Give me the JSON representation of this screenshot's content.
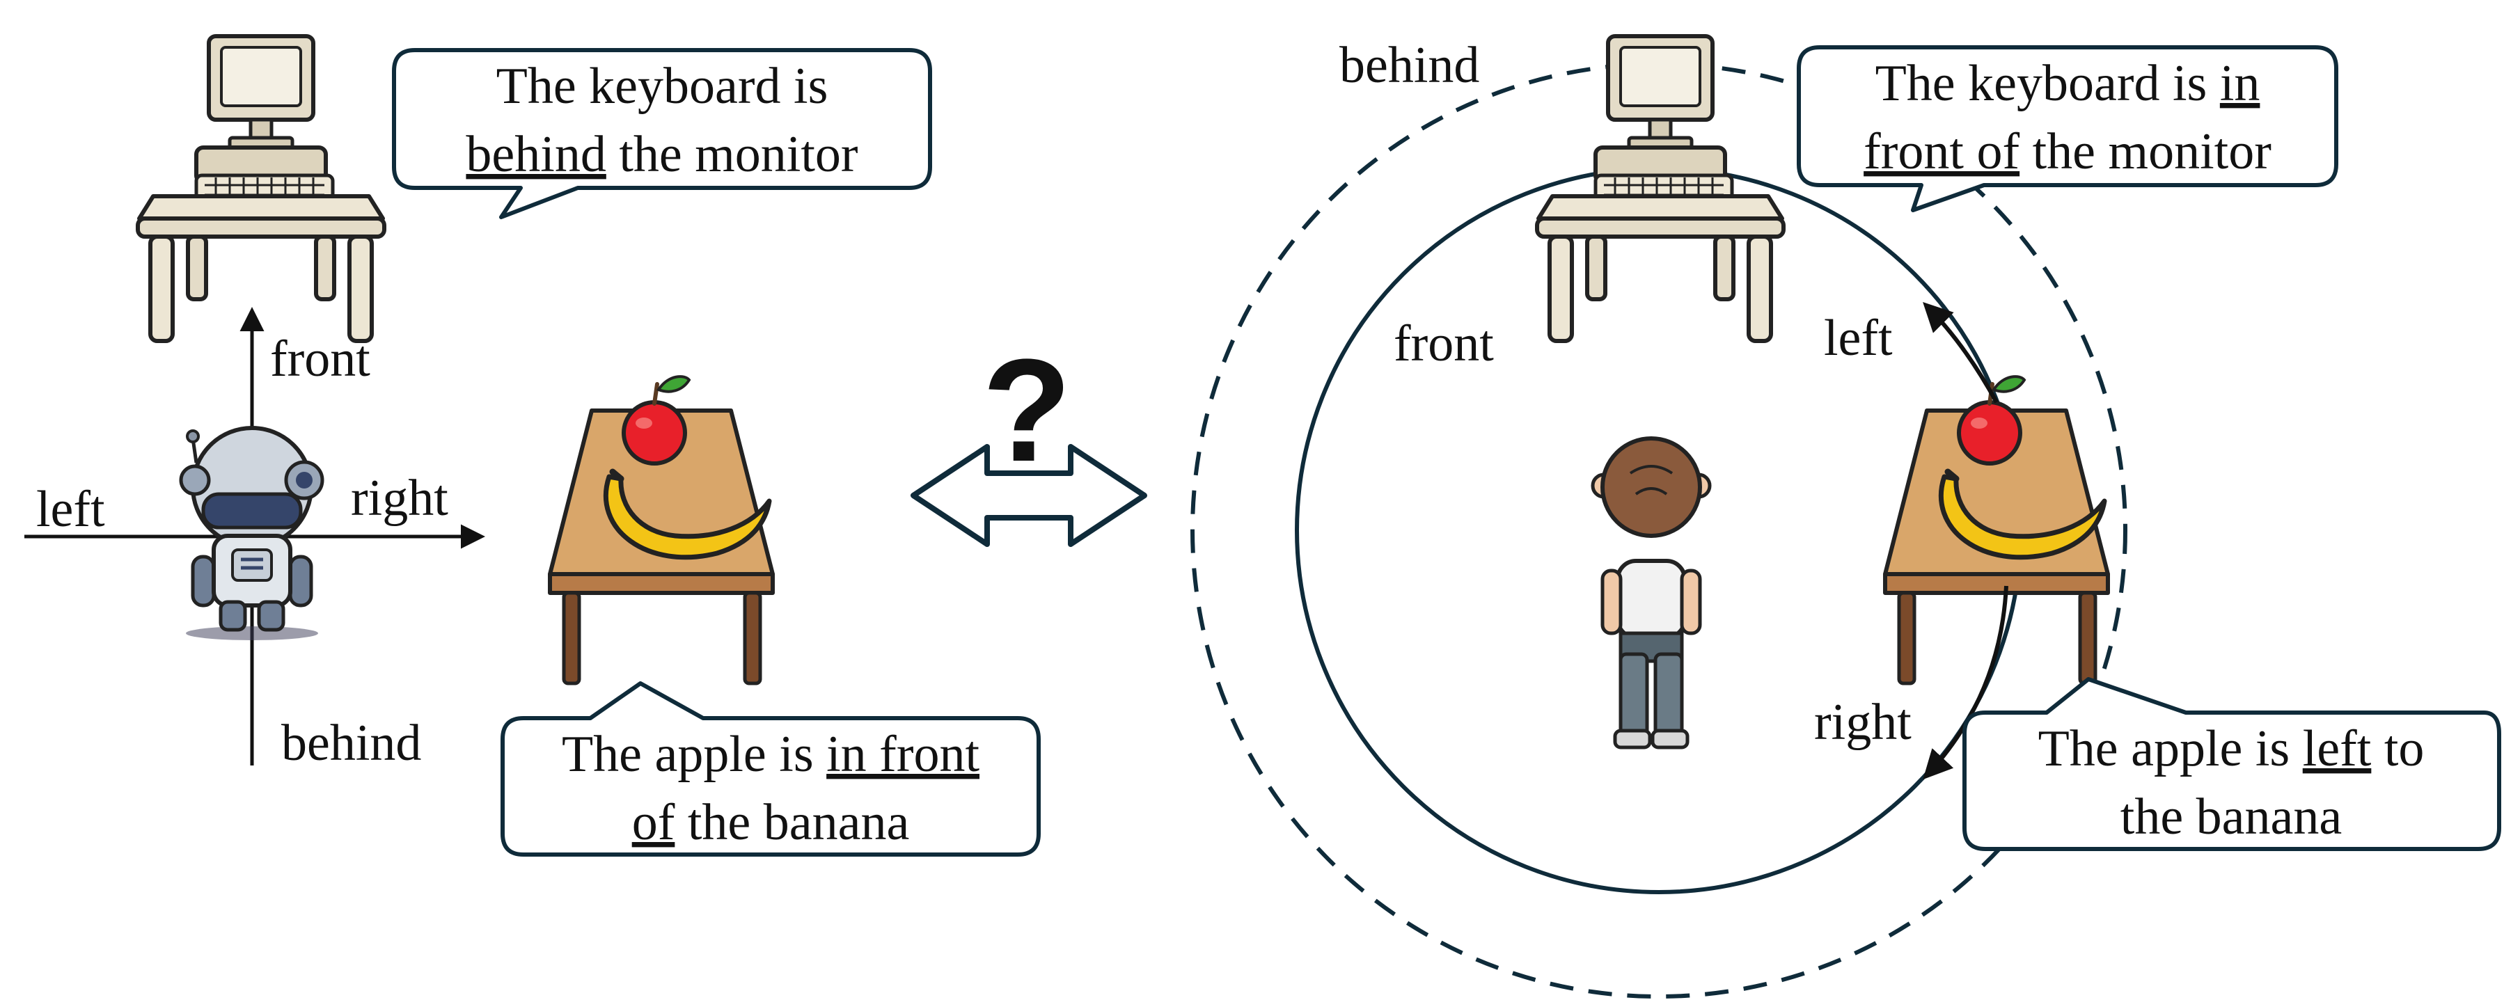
{
  "left_panel": {
    "axes": {
      "front": "front",
      "behind": "behind",
      "left": "left",
      "right": "right"
    },
    "bubble_keyboard": {
      "line1": "The keyboard is",
      "line2_underlined": "behind",
      "line2_rest": " the monitor"
    },
    "bubble_apple": {
      "line1_plain": "The apple is ",
      "line1_underlined": "in front",
      "line2_underlined": "of",
      "line2_rest": " the banana"
    }
  },
  "center": {
    "question_mark": "?"
  },
  "right_panel": {
    "labels": {
      "behind": "behind",
      "front": "front",
      "left": "left",
      "right": "right"
    },
    "bubble_keyboard": {
      "line1_plain": "The keyboard is ",
      "line1_underlined": "in",
      "line2_underlined": "front of",
      "line2_rest": " the monitor"
    },
    "bubble_apple": {
      "line1_plain": "The apple is ",
      "line1_underlined": "left",
      "line1_rest": " to",
      "line2": "the banana"
    }
  },
  "colors": {
    "outline": "#0f2b3a",
    "apple": "#e8202a",
    "banana": "#f3c416",
    "table_top": "#d9a66a",
    "table_leg": "#7b4a2a",
    "desk_top": "#ede6d4",
    "robot_body": "#9aa7b8",
    "shirt": "#f2f2f2",
    "pants": "#55656f",
    "hair": "#8a5a3c"
  }
}
